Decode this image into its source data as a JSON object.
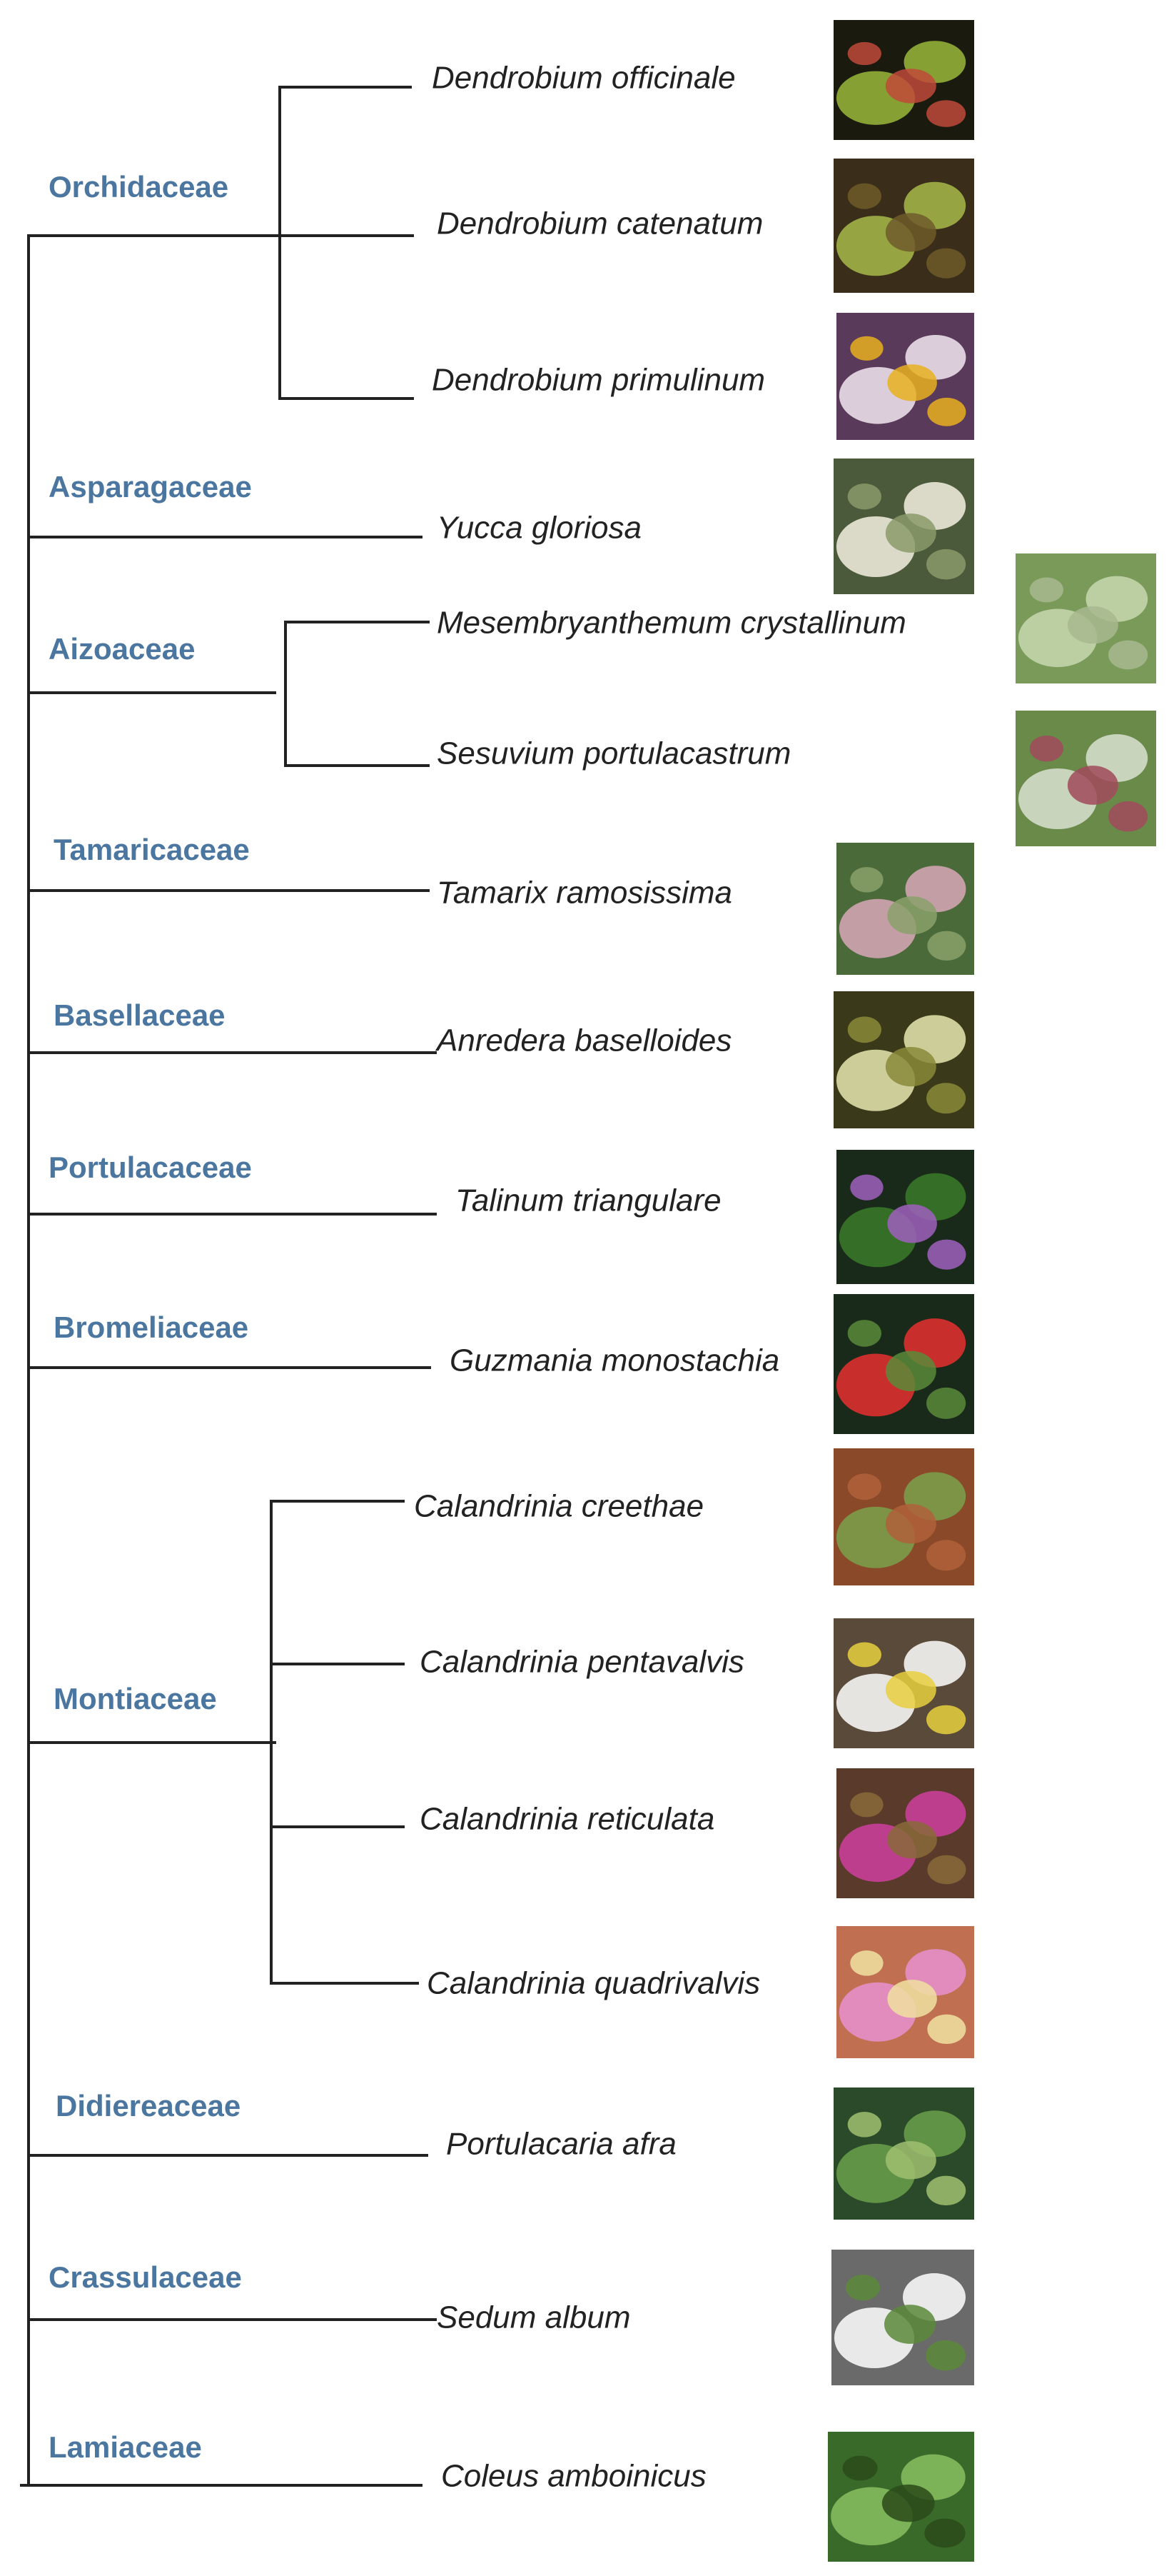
{
  "colors": {
    "family_label": "#4a76a0",
    "species_label": "#222222",
    "branch": "#222222"
  },
  "families": [
    {
      "name": "Orchidaceae",
      "species": [
        {
          "name": "Dendrobium officinale",
          "photo": "orchid-flower-photo",
          "photo_colors": [
            "#1a1a0f",
            "#9ab83a",
            "#c04a3a"
          ]
        },
        {
          "name": "Dendrobium catenatum",
          "photo": "orchid-stem-photo",
          "photo_colors": [
            "#3a2e1a",
            "#a8b84a",
            "#6e5a2a"
          ]
        },
        {
          "name": "Dendrobium primulinum",
          "photo": "orchid-bloom-photo",
          "photo_colors": [
            "#5a3a5a",
            "#f2e8f0",
            "#e8b020"
          ]
        }
      ]
    },
    {
      "name": "Asparagaceae",
      "species": [
        {
          "name": "Yucca gloriosa",
          "photo": "yucca-photo",
          "photo_colors": [
            "#4a5a3a",
            "#f4f0e0",
            "#8a9a6a"
          ]
        }
      ]
    },
    {
      "name": "Aizoaceae",
      "species": [
        {
          "name": "Mesembryanthemum crystallinum",
          "photo": "ice-plant-photo",
          "photo_colors": [
            "#7a9a5a",
            "#c8d8b0",
            "#a8b890"
          ]
        },
        {
          "name": "Sesuvium portulacastrum",
          "photo": "sea-purslane-photo",
          "photo_colors": [
            "#6a8a4a",
            "#d8e0d0",
            "#a04a5a"
          ]
        }
      ]
    },
    {
      "name": "Tamaricaceae",
      "species": [
        {
          "name": "Tamarix ramosissima",
          "photo": "tamarisk-photo",
          "photo_colors": [
            "#4a6a3a",
            "#d8a8b8",
            "#8aa06a"
          ]
        }
      ]
    },
    {
      "name": "Basellaceae",
      "species": [
        {
          "name": "Anredera baselloides",
          "photo": "madeira-vine-photo",
          "photo_colors": [
            "#3a3a1a",
            "#e8e8b0",
            "#8a8a3a"
          ]
        }
      ]
    },
    {
      "name": "Portulacaceae",
      "species": [
        {
          "name": "Talinum triangulare",
          "photo": "waterleaf-photo",
          "photo_colors": [
            "#1a2a1a",
            "#3a7a2a",
            "#a060c0"
          ]
        }
      ]
    },
    {
      "name": "Bromeliaceae",
      "species": [
        {
          "name": "Guzmania monostachia",
          "photo": "bromeliad-photo",
          "photo_colors": [
            "#1a2a1a",
            "#e83030",
            "#5a8a3a"
          ]
        }
      ]
    },
    {
      "name": "Montiaceae",
      "species": [
        {
          "name": "Calandrinia creethae",
          "photo": "calandrinia-creethae-photo",
          "photo_colors": [
            "#8a4a2a",
            "#7aa04a",
            "#b0603a"
          ]
        },
        {
          "name": "Calandrinia pentavalvis",
          "photo": "calandrinia-pentavalvis-photo",
          "photo_colors": [
            "#5a4a3a",
            "#ffffff",
            "#e8d040"
          ]
        },
        {
          "name": "Calandrinia reticulata",
          "photo": "calandrinia-reticulata-photo",
          "photo_colors": [
            "#5a3a2a",
            "#d040a0",
            "#8a6a3a"
          ]
        },
        {
          "name": "Calandrinia quadrivalvis",
          "photo": "calandrinia-quadrivalvis-photo",
          "photo_colors": [
            "#c07050",
            "#e890d0",
            "#f0e0a0"
          ]
        }
      ]
    },
    {
      "name": "Didiereaceae",
      "species": [
        {
          "name": "Portulacaria afra",
          "photo": "elephant-bush-photo",
          "photo_colors": [
            "#2a4a2a",
            "#6aa04a",
            "#a0c070"
          ]
        }
      ]
    },
    {
      "name": "Crassulaceae",
      "species": [
        {
          "name": "Sedum album",
          "photo": "sedum-photo",
          "photo_colors": [
            "#6a6a6a",
            "#ffffff",
            "#5a8a3a"
          ]
        }
      ]
    },
    {
      "name": "Lamiaceae",
      "species": [
        {
          "name": "Coleus amboinicus",
          "photo": "coleus-photo",
          "photo_colors": [
            "#3a6a2a",
            "#8ac060",
            "#2a4a1a"
          ]
        }
      ]
    }
  ]
}
